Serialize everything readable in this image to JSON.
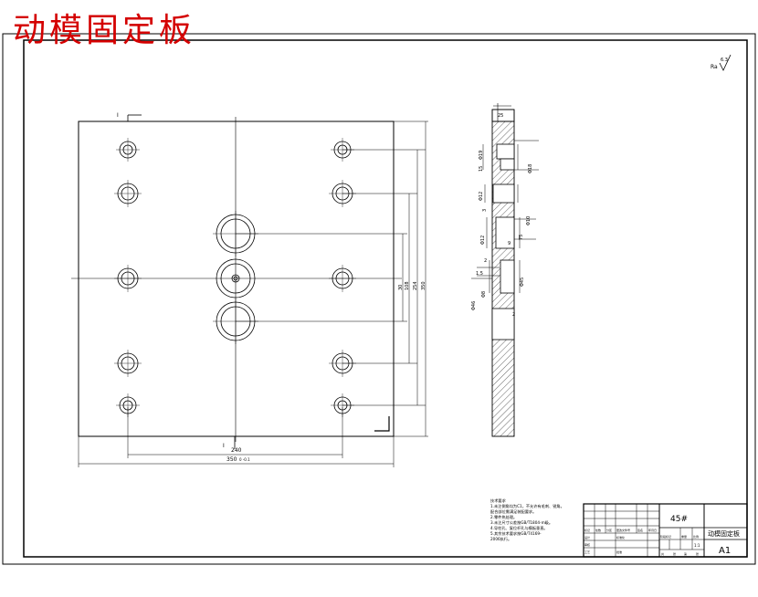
{
  "page_title": "动模固定板",
  "surface_roughness": {
    "symbol": "Ra",
    "value": "6.3"
  },
  "front_view": {
    "dim_horizontal_inner": "240",
    "dim_horizontal_outer": "350",
    "outer_tolerance": "0\n-0.1",
    "dim_vertical": [
      "30",
      "108",
      "254",
      "350"
    ],
    "section_mark": "I"
  },
  "side_view": {
    "dims": [
      "25",
      "Φ19",
      "Φ18",
      "Φ12",
      "Φ10",
      "3",
      "15",
      "9",
      "Φ12",
      "Φ45",
      "75",
      "1.5",
      "2",
      "Φ46",
      "Φ8",
      "2"
    ]
  },
  "technical_notes": {
    "heading": "技术要求",
    "lines": [
      "1.未注倒角均为C1，不允许有毛刺、锐角。",
      "  配合部位需满足装配要求。",
      "2.零件热处理。",
      "3.未注尺寸公差按GB/T1804-m级。",
      "4.导柱孔、复位杆孔与模板垂直。",
      "5.其余技术要求按GB/T4169-",
      "  2006执行。"
    ]
  },
  "title_block": {
    "material": "45#",
    "part_name": "动模固定板",
    "sheet_size": "A1",
    "scale": "1:1",
    "row_labels": [
      "标记",
      "处数",
      "分区",
      "更改文件号",
      "签名",
      "年月日"
    ],
    "role_labels": [
      "设计",
      "审核",
      "工艺",
      "标准化",
      "批准"
    ],
    "stage_labels": [
      "阶段标记",
      "重量",
      "比例"
    ],
    "sheet_info": [
      "共",
      "张",
      "第",
      "张"
    ]
  }
}
